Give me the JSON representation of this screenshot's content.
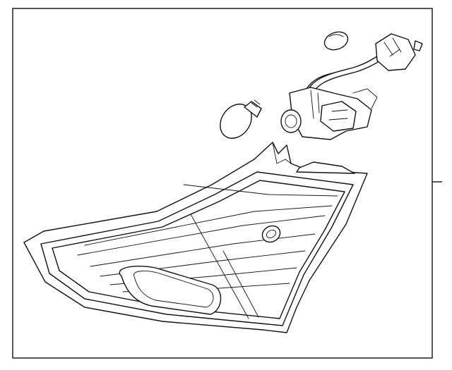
{
  "diagram": {
    "type": "exploded-parts-diagram",
    "parts": [
      {
        "id": "bulb-small",
        "kind": "wedge-bulb"
      },
      {
        "id": "bulb-large",
        "kind": "bulb"
      },
      {
        "id": "socket-harness",
        "kind": "socket-and-wire-harness"
      },
      {
        "id": "tail-lamp-housing",
        "kind": "lamp-assembly"
      }
    ],
    "colors": {
      "line": "#111111",
      "background": "#ffffff"
    }
  }
}
